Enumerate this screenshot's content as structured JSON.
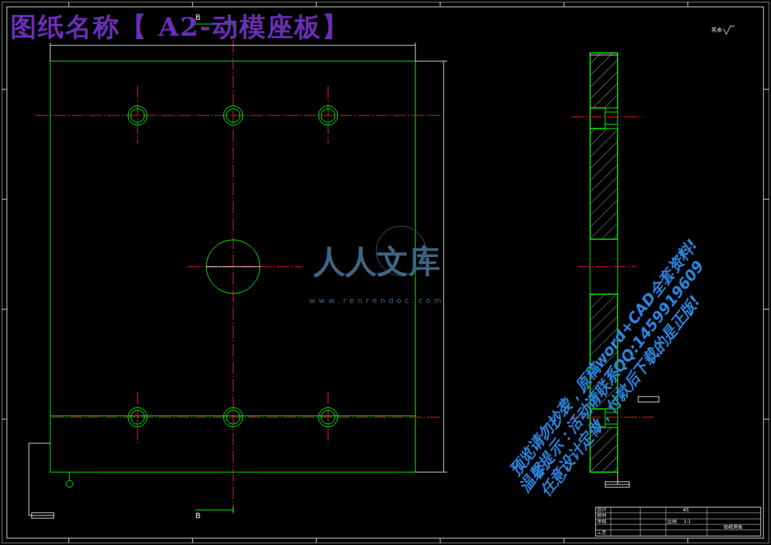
{
  "diagram": {
    "title": "图纸名称【 A2-动模座板】",
    "labels": [
      "B",
      "B",
      "人人文库",
      "www.renrendoc.com",
      "预览请勿抄袭，原稿word+CAD全套资料!",
      "温馨提示：活动请联系QQ:1459919609",
      "任意设计定做，付款后下载的是正版!",
      "其余",
      "设计",
      "校对",
      "审核",
      "工艺",
      "45",
      "比例",
      "1:1",
      "动模座板"
    ]
  }
}
